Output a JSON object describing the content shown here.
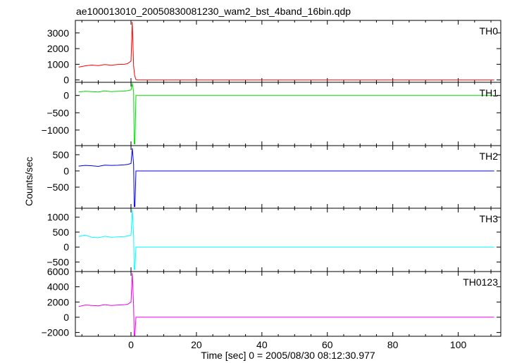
{
  "chart_data": {
    "type": "line",
    "title": "ae100013010_20050830081230_wam2_bst_4band_16bin.qdp",
    "xlabel": "Time [sec] 0 = 2005/08/30 08:12:30.977",
    "ylabel": "Counts/sec",
    "xlim": [
      -17,
      113
    ],
    "xticks": [
      "0",
      "20",
      "40",
      "60",
      "80",
      "100"
    ],
    "grid": false,
    "panels": [
      {
        "label": "TH0",
        "color": "#ff0000",
        "ylim": [
          -150,
          3800
        ],
        "yticks": [
          "0",
          "1000",
          "2000",
          "3000"
        ],
        "series": {
          "x": [
            -16,
            -14,
            -12,
            -10,
            -8,
            -6,
            -4,
            -2,
            -1,
            0,
            0.4,
            0.8,
            1.1,
            1.5,
            2,
            10,
            30,
            50,
            70,
            90,
            111
          ],
          "y": [
            820,
            900,
            950,
            920,
            980,
            940,
            990,
            1000,
            1050,
            1200,
            3700,
            900,
            300,
            20,
            0,
            0,
            0,
            0,
            0,
            0,
            0
          ]
        }
      },
      {
        "label": "TH1",
        "color": "#00dd00",
        "ylim": [
          -1450,
          380
        ],
        "yticks": [
          "0",
          "−500",
          "−1000"
        ],
        "series": {
          "x": [
            -16,
            -14,
            -12,
            -10,
            -8,
            -6,
            -4,
            -2,
            -1,
            0,
            0.4,
            0.8,
            1.0,
            1.2,
            1.5,
            2,
            10,
            30,
            50,
            70,
            90,
            111
          ],
          "y": [
            100,
            120,
            110,
            100,
            130,
            110,
            120,
            125,
            140,
            160,
            350,
            100,
            -1400,
            -1400,
            0,
            0,
            0,
            0,
            0,
            0,
            0,
            0
          ]
        }
      },
      {
        "label": "TH2",
        "color": "#0000dd",
        "ylim": [
          -1150,
          780
        ],
        "yticks": [
          "500",
          "0",
          "−500"
        ],
        "series": {
          "x": [
            -16,
            -14,
            -12,
            -10,
            -8,
            -6,
            -4,
            -2,
            -1,
            0,
            0.4,
            0.8,
            1.0,
            1.2,
            1.5,
            2,
            10,
            30,
            50,
            70,
            90,
            111
          ],
          "y": [
            150,
            170,
            160,
            140,
            180,
            170,
            175,
            190,
            200,
            230,
            700,
            200,
            -1100,
            -1100,
            0,
            0,
            0,
            0,
            0,
            0,
            0,
            0
          ]
        }
      },
      {
        "label": "TH3",
        "color": "#00ffff",
        "ylim": [
          -820,
          1300
        ],
        "yticks": [
          "1000",
          "500",
          "0",
          "−500"
        ],
        "series": {
          "x": [
            -16,
            -14,
            -12,
            -10,
            -8,
            -6,
            -4,
            -2,
            -1,
            0,
            0.4,
            0.8,
            1.0,
            1.2,
            1.5,
            2,
            10,
            30,
            50,
            70,
            90,
            111
          ],
          "y": [
            350,
            400,
            330,
            310,
            360,
            330,
            340,
            350,
            370,
            400,
            1250,
            400,
            -750,
            -750,
            0,
            0,
            0,
            0,
            0,
            0,
            0,
            0
          ]
        }
      },
      {
        "label": "TH0123",
        "color": "#ee00ee",
        "ylim": [
          -2500,
          6000
        ],
        "yticks": [
          "6000",
          "4000",
          "2000",
          "0",
          "−2000"
        ],
        "series": {
          "x": [
            -16,
            -14,
            -12,
            -10,
            -8,
            -6,
            -4,
            -2,
            -1,
            0,
            0.4,
            0.8,
            1.0,
            1.2,
            1.5,
            2,
            10,
            30,
            50,
            70,
            90,
            111
          ],
          "y": [
            1400,
            1600,
            1550,
            1500,
            1650,
            1550,
            1600,
            1650,
            1700,
            2000,
            5800,
            1500,
            -2400,
            -2400,
            0,
            0,
            0,
            0,
            0,
            0,
            0,
            0
          ]
        }
      }
    ]
  }
}
